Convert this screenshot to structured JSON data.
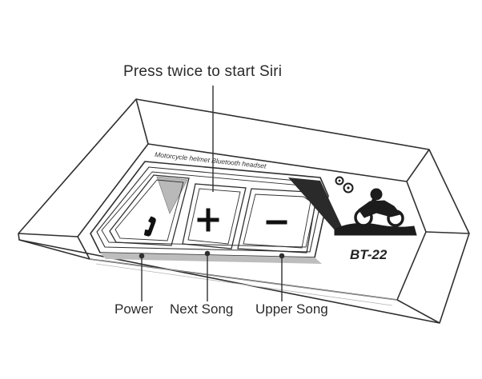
{
  "callouts": {
    "top": "Press twice to start Siri",
    "power": "Power",
    "next_song": "Next Song",
    "upper_song": "Upper Song"
  },
  "device": {
    "product_text": "Motorcycle helmet Bluetooth headset",
    "model": "BT-22",
    "buttons": [
      {
        "id": "power",
        "icon": "phone-handset-icon"
      },
      {
        "id": "next",
        "icon": "plus-icon"
      },
      {
        "id": "upper",
        "icon": "minus-icon"
      }
    ]
  },
  "colors": {
    "line": "#2f2f2f",
    "shadow": "#b9b9b9",
    "triangle": "#b8b8b8",
    "background": "#ffffff"
  }
}
